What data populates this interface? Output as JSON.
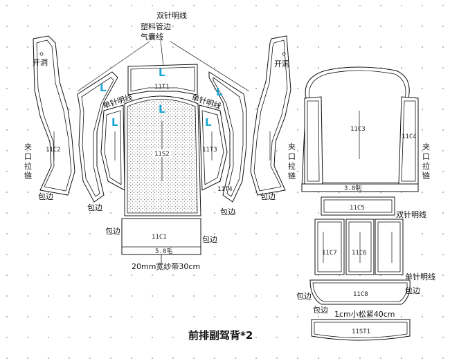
{
  "title": "前排副驾背*2",
  "annotations": {
    "top_note": [
      "双针明线",
      "塑料管边",
      "气囊线"
    ],
    "open_hole": "开洞",
    "single_needle": "单针明线",
    "double_needle": "双针明线",
    "piping": "包边",
    "zipper": [
      "夹",
      "口",
      "拉",
      "链"
    ],
    "hem_38": "3.8制",
    "hem_50": "5.0毛",
    "strap": "20mm宽纱带30cm",
    "elastic": "1cm小松紧40cm",
    "grain_mark": "L"
  },
  "pieces": {
    "11T1": "11T1",
    "11C2": "11C2",
    "11S2": "11S2",
    "11T3": "11T3",
    "11T4": "11T4",
    "11C1": "11C1",
    "11C3": "11C3",
    "11C4": "11C4",
    "11C5": "11C5",
    "11C6": "11C6",
    "11C7": "11C7",
    "11C8": "11C8",
    "11ST1": "11ST1"
  },
  "colors": {
    "grain_mark": "#19a7d4",
    "line": "#111111",
    "dot_grid": "#888888"
  }
}
